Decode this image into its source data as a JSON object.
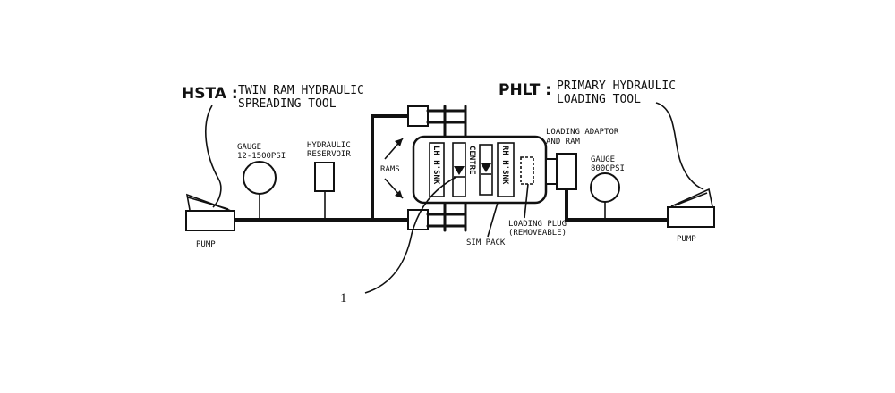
{
  "hsta": {
    "abbr": "HSTA :",
    "line1": "TWIN RAM HYDRAULIC",
    "line2": "SPREADING TOOL"
  },
  "phlt": {
    "abbr": "PHLT :",
    "line1": "PRIMARY HYDRAULIC",
    "line2": "LOADING TOOL"
  },
  "labels": {
    "gauge_left_1": "GAUGE",
    "gauge_left_2": "12-1500PSI",
    "reservoir_1": "HYDRAULIC",
    "reservoir_2": "RESERVOIR",
    "rams": "RAMS",
    "adaptor_1": "LOADING ADAPTOR",
    "adaptor_2": "AND RAM",
    "gauge_right_1": "GAUGE",
    "gauge_right_2": "800OPSI",
    "plug_1": "LOADING PLUG",
    "plug_2": "(REMOVEABLE)",
    "sim_pack": "SIM PACK",
    "pump_left": "PUMP",
    "pump_right": "PUMP",
    "reference": "1"
  },
  "stack": {
    "lh": "LH H'SNK",
    "centre": "CENTRE",
    "rh": "RH H'SNK"
  }
}
